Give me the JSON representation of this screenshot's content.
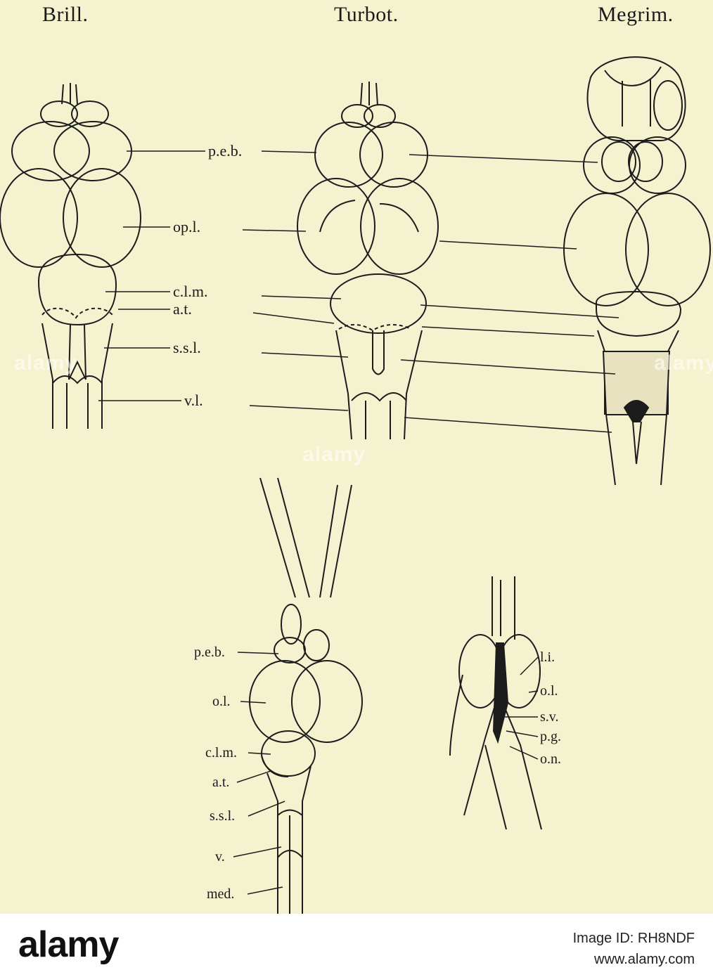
{
  "headings": {
    "brill": "Brill.",
    "turbot": "Turbot.",
    "megrim": "Megrim."
  },
  "labels": {
    "peb": "p.e.b.",
    "opl": "op.l.",
    "clm": "c.l.m.",
    "at": "a.t.",
    "ssl": "s.s.l.",
    "vl": "v.l.",
    "peb2": "p.e.b.",
    "ol": "o.l.",
    "clm2": "c.l.m.",
    "at2": "a.t.",
    "ssl2": "s.s.l.",
    "v": "v.",
    "med": "med.",
    "li": "l.i.",
    "ol2": "o.l.",
    "sv": "s.v.",
    "pg": "p.g.",
    "on": "o.n."
  },
  "watermark": "alamy",
  "footer": {
    "logo": "alamy",
    "image_id": "Image ID: RH8NDF",
    "site": "www.alamy.com"
  }
}
